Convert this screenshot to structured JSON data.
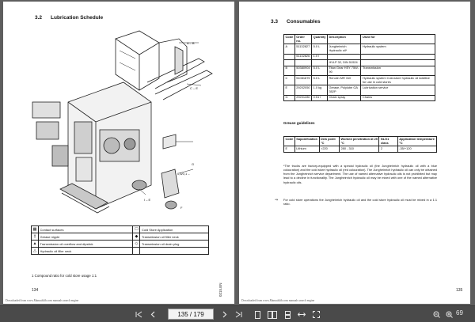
{
  "left_page": {
    "section_number": "3.2",
    "section_title": "Lubrication Schedule",
    "callouts": {
      "a": "A – B",
      "ce": "C – E",
      "g": "G",
      "dq": "0,6/0,1 –",
      "ie": "I – E",
      "f": "F"
    },
    "legend": {
      "rows": [
        {
          "left_symbol": "▦",
          "left_label": "Contact surfaces",
          "right_symbol": "☐",
          "right_label": "Cold Store Application"
        },
        {
          "left_symbol": "‡",
          "left_label": "Grease nipple",
          "right_symbol": "◆",
          "right_label": "Transmission oil filler neck"
        },
        {
          "left_symbol": "▲",
          "left_label": "Transmission oil overflow and dipstick",
          "right_symbol": "◇",
          "right_label": "Transmission oil drain plug"
        },
        {
          "left_symbol": "△",
          "left_label": "Hydraulic oil filler neck",
          "right_symbol": "",
          "right_label": ""
        }
      ]
    },
    "footnote": "1 Compound ratio for cold store usage 1:1",
    "page_number": "134",
    "side_code": "0215.EN",
    "footer_text": "Downloaded from www.Manualslib.com manuals search engine"
  },
  "right_page": {
    "section_number": "3.3",
    "section_title": "Consumables",
    "consumables_table": {
      "headers": [
        "Code",
        "Order no.",
        "Quantity",
        "Description",
        "Used for"
      ],
      "rows": [
        [
          "A",
          "51132827",
          "5.0 L",
          "Jungheinrich Hydraulic oil*",
          "Hydraulic system"
        ],
        [
          "",
          "51132826",
          "1.0 l",
          "",
          ""
        ],
        [
          "",
          "",
          "",
          "HVLP 32, DIN 51524",
          ""
        ],
        [
          "B",
          "50380904",
          "5.0 L",
          "Titan Gear HSY 75W-90",
          "Transmission"
        ],
        [
          "C",
          "51081875",
          "5.0 L",
          "Renolin MR 310",
          "Hydraulic system Cold-store hydraulic oil Additive for use in cold stores"
        ],
        [
          "E",
          "29202050",
          "1.0 kg",
          "Grease, Polylube GA 352P",
          "Lubrication service"
        ],
        [
          "G",
          "29201280",
          "0.51 l",
          "Chain spray",
          "Chains"
        ]
      ]
    },
    "grease_heading": "Grease guidelines",
    "grease_table": {
      "headers": [
        "Code",
        "Saponification",
        "Dew point °C",
        "Worked penetration at 25 °C",
        "NLG1 class",
        "Application temperature °C"
      ],
      "rows": [
        [
          "E",
          "Lithium",
          ">220",
          "280 - 310",
          "2",
          "-35/+120"
        ]
      ]
    },
    "paragraph_1": "*The trucks are factory-equipped with a special hydraulic oil (the Jungheinrich hydraulic oil with a blue colouration) and the cold store hydraulic oil (red colouration). The Jungheinrich hydraulic oil can only be obtained from the Jungheinrich service department. The use of named alternative hydraulic oils is not prohibited but may lead to a decline in functionality. The Jungheinrich hydraulic oil may be mixed with one of the named alternative hydraulic oils.",
    "arrow": "⇒",
    "paragraph_2": "For cold store operations the Jungheinrich hydraulic oil and the cold store hydraulic oil must be mixed in a 1:1 ratio.",
    "page_number": "135",
    "footer_text": "Downloaded from www.Manualslib.com manuals search engine"
  },
  "toolbar": {
    "page_indicator": "135 / 179",
    "zoom": "69"
  }
}
